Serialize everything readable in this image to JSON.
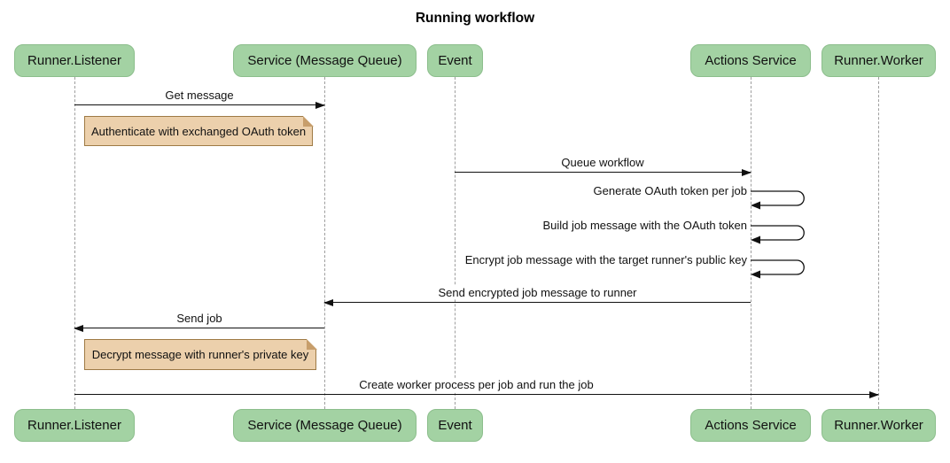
{
  "diagram": {
    "title": "Running workflow",
    "type": "sequence-diagram"
  },
  "colors": {
    "background": "#FFFFFF",
    "participant_fill": "#A3D2A3",
    "participant_border": "#8CBE8C",
    "note_fill": "#ECD0AC",
    "note_border": "#9E7A45",
    "lifeline": "#9E9E9E",
    "arrow": "#111111",
    "text": "#111111"
  },
  "participants": [
    {
      "label": "Runner.Listener"
    },
    {
      "label": "Service (Message Queue)"
    },
    {
      "label": "Event"
    },
    {
      "label": "Actions Service"
    },
    {
      "label": "Runner.Worker"
    }
  ],
  "messages": [
    {
      "label": "Get message",
      "from": "Runner.Listener",
      "to": "Service (Message Queue)",
      "direction": "right"
    },
    {
      "label": "Queue workflow",
      "from": "Event",
      "to": "Actions Service",
      "direction": "right"
    },
    {
      "label": "Send encrypted job message to runner",
      "from": "Actions Service",
      "to": "Service (Message Queue)",
      "direction": "left"
    },
    {
      "label": "Send job",
      "from": "Service (Message Queue)",
      "to": "Runner.Listener",
      "direction": "left"
    },
    {
      "label": "Create worker process per job and run the job",
      "from": "Runner.Listener",
      "to": "Runner.Worker",
      "direction": "right"
    }
  ],
  "self_messages": [
    {
      "label": "Generate OAuth token per job",
      "participant": "Actions Service"
    },
    {
      "label": "Build job message with the OAuth token",
      "participant": "Actions Service"
    },
    {
      "label": "Encrypt job message with the target runner's public key",
      "participant": "Actions Service"
    }
  ],
  "notes": [
    {
      "label": "Authenticate with exchanged OAuth token",
      "position": "right of Runner.Listener"
    },
    {
      "label": "Decrypt message with runner's private key",
      "position": "right of Runner.Listener"
    }
  ]
}
